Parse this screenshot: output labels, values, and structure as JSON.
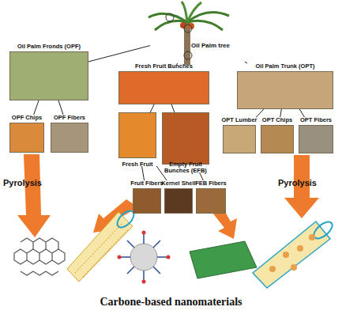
{
  "diagram": {
    "caption": "Carbone-based nanomaterials",
    "nodes": [
      {
        "text": [
          "Oil Palm tree"
        ]
      },
      {
        "text": [
          "Oil Palm Fronds (OPF)"
        ]
      },
      {
        "text": [
          "Fresh Fruit Bunches"
        ]
      },
      {
        "text": [
          "Oil Palm Trunk (OPT)"
        ]
      },
      {
        "text": [
          "OPF Chips"
        ]
      },
      {
        "text": [
          "OPF Fibers"
        ]
      },
      {
        "text": [
          "Fresh Fruit"
        ]
      },
      {
        "text": [
          "Empty Fruit Bunches (EFB)"
        ]
      },
      {
        "text": [
          "OPT Lumber"
        ]
      },
      {
        "text": [
          "OPT Chips"
        ]
      },
      {
        "text": [
          "OPT Fibers"
        ]
      },
      {
        "text": [
          "Fruit Fibers"
        ]
      },
      {
        "text": [
          "Kernel Shell"
        ]
      },
      {
        "text": [
          "FEB Fibers"
        ]
      }
    ],
    "edges": [
      {
        "from": 0,
        "to": 1,
        "arrow": "none"
      },
      {
        "from": 0,
        "to": 2,
        "arrow": "none"
      },
      {
        "from": 0,
        "to": 3,
        "arrow": "none"
      },
      {
        "from": 1,
        "to": 4,
        "arrow": "none"
      },
      {
        "from": 1,
        "to": 5,
        "arrow": "none"
      },
      {
        "from": 2,
        "to": 6,
        "arrow": "none"
      },
      {
        "from": 2,
        "to": 7,
        "arrow": "none"
      },
      {
        "from": 3,
        "to": 8,
        "arrow": "none"
      },
      {
        "from": 3,
        "to": 9,
        "arrow": "none"
      },
      {
        "from": 3,
        "to": 10,
        "arrow": "none"
      },
      {
        "from": 6,
        "to": 11,
        "arrow": "none"
      },
      {
        "from": 6,
        "to": 12,
        "arrow": "none"
      },
      {
        "from": 7,
        "to": 13,
        "arrow": "none"
      }
    ],
    "labels": [
      "Pyrolysis",
      "Pyrolysis"
    ]
  }
}
